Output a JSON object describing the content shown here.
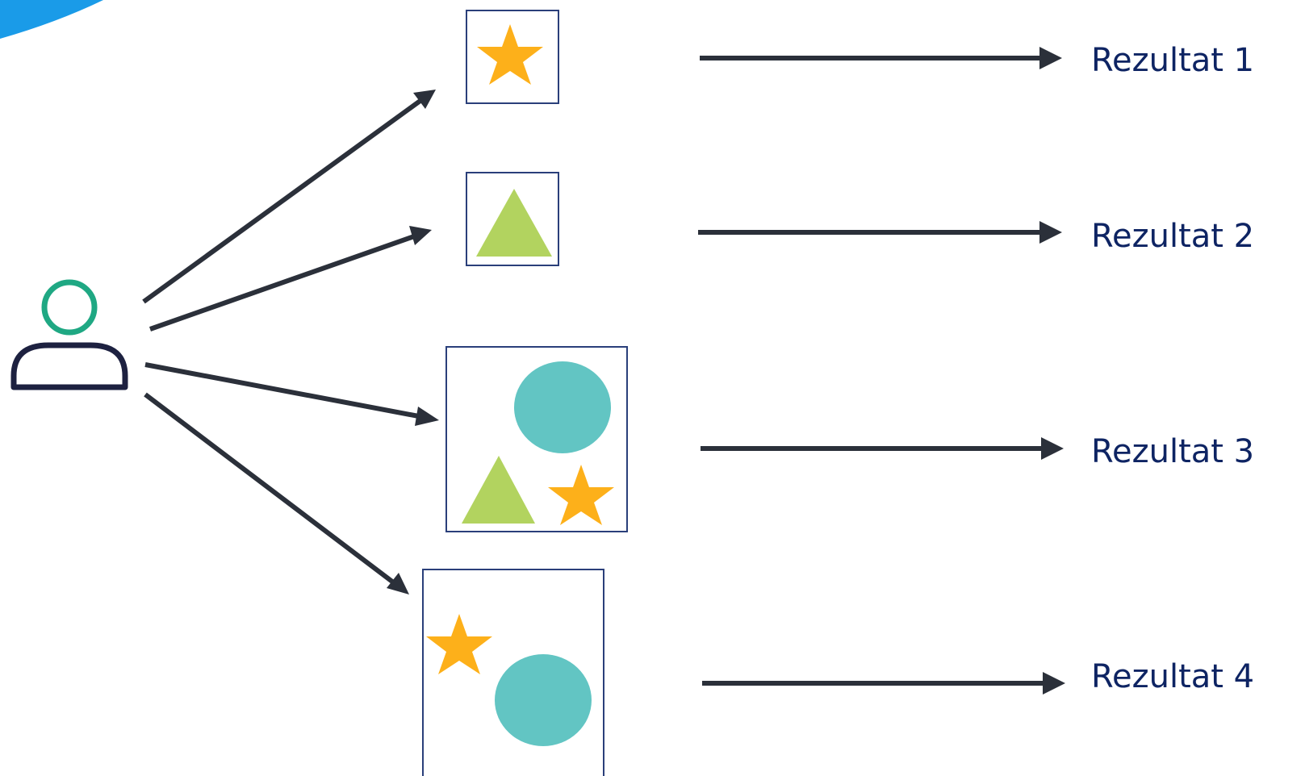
{
  "colors": {
    "background": "#ffffff",
    "accent_corner": "#1a9be8",
    "arrow": "#2b303a",
    "box_border": "#2a3f7a",
    "label_text": "#0e2463",
    "star": "#fdb01a",
    "triangle": "#b2d35f",
    "circle": "#62c5c3",
    "user_head": "#1fa883",
    "user_body": "#1d2140"
  },
  "icons": {
    "user": "user-icon",
    "star": "star-icon",
    "triangle": "triangle-icon",
    "circle": "circle-icon",
    "corner": "corner-accent"
  },
  "diagram": {
    "boxes": [
      {
        "id": "box-1",
        "shapes": [
          "star"
        ]
      },
      {
        "id": "box-2",
        "shapes": [
          "triangle"
        ]
      },
      {
        "id": "box-3",
        "shapes": [
          "circle",
          "triangle",
          "star"
        ]
      },
      {
        "id": "box-4",
        "shapes": [
          "star",
          "circle"
        ]
      }
    ],
    "results": [
      {
        "label": "Rezultat 1"
      },
      {
        "label": "Rezultat 2"
      },
      {
        "label": "Rezultat 3"
      },
      {
        "label": "Rezultat 4"
      }
    ]
  }
}
